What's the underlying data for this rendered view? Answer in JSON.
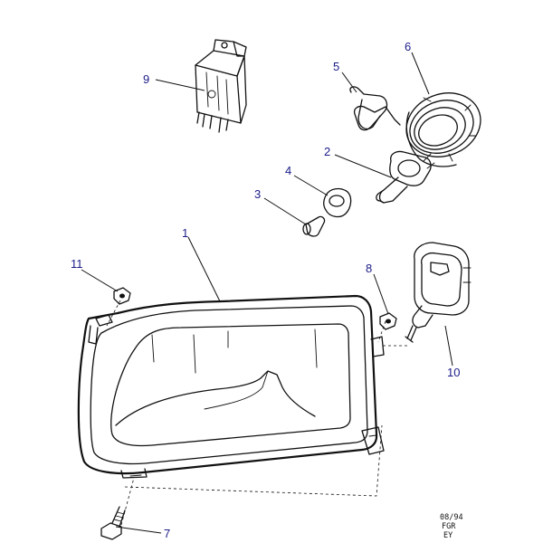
{
  "colors": {
    "ink": "#111111",
    "callout": "#1c1c8a",
    "background": "#ffffff"
  },
  "callouts": [
    {
      "id": "c1",
      "label": "1"
    },
    {
      "id": "c2",
      "label": "2"
    },
    {
      "id": "c3",
      "label": "3"
    },
    {
      "id": "c4",
      "label": "4"
    },
    {
      "id": "c5",
      "label": "5"
    },
    {
      "id": "c6",
      "label": "6"
    },
    {
      "id": "c7",
      "label": "7"
    },
    {
      "id": "c8",
      "label": "8"
    },
    {
      "id": "c9",
      "label": "9"
    },
    {
      "id": "c10",
      "label": "10"
    },
    {
      "id": "c11",
      "label": "11"
    }
  ],
  "stamp": {
    "line1": "08/94",
    "line2": "FGR",
    "line3": "EY"
  }
}
